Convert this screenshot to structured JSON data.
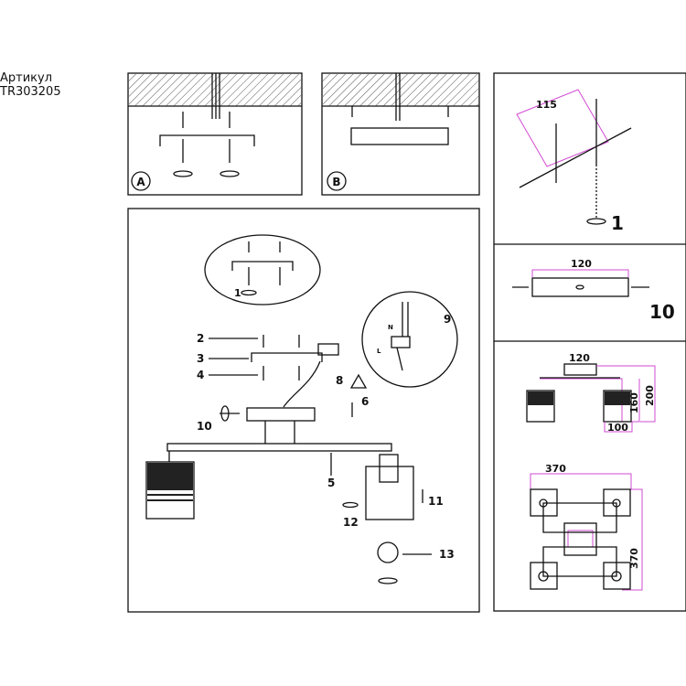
{
  "article": {
    "label": "Артикул",
    "code": "TR303205"
  },
  "panel_a": {
    "badge": "A"
  },
  "panel_b": {
    "badge": "B"
  },
  "main": {
    "callouts": [
      "1",
      "2",
      "3",
      "4",
      "5",
      "6",
      "8",
      "9",
      "10",
      "11",
      "12",
      "13"
    ],
    "wire_labels": {
      "n": "N",
      "l": "L"
    }
  },
  "right": {
    "step1": {
      "dim": "115",
      "step": "1"
    },
    "step10": {
      "dim": "120",
      "step": "10"
    },
    "side_view": {
      "width_top": "120",
      "height_shade": "160",
      "height_total": "200",
      "shade_width": "100"
    },
    "top_view": {
      "width": "370",
      "depth": "370"
    }
  },
  "colors": {
    "dimension": "#d24bd2",
    "line": "#111111"
  }
}
